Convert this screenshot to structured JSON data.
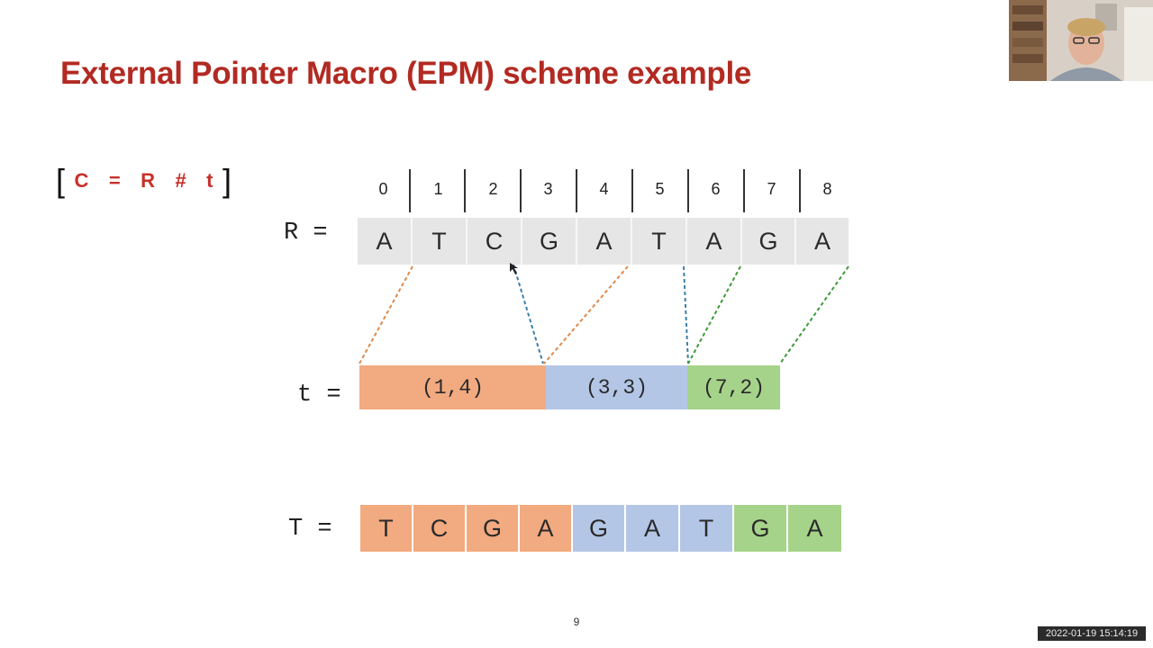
{
  "slide": {
    "title": "External Pointer Macro (EPM) scheme example",
    "formula": {
      "open": "[",
      "close": "]",
      "tokens": [
        "C",
        "=",
        "R",
        "#",
        "t"
      ]
    },
    "page_number": "9"
  },
  "diagram": {
    "R_label": "R =",
    "t_label": "t =",
    "T_label": "T =",
    "indices": [
      "0",
      "1",
      "2",
      "3",
      "4",
      "5",
      "6",
      "7",
      "8"
    ],
    "R": [
      "A",
      "T",
      "C",
      "G",
      "A",
      "T",
      "A",
      "G",
      "A"
    ],
    "t": [
      "(1,4)",
      "(3,3)",
      "(7,2)"
    ],
    "T": [
      "T",
      "C",
      "G",
      "A",
      "G",
      "A",
      "T",
      "G",
      "A"
    ],
    "colors": {
      "orange": "#f2aa80",
      "blue": "#b4c6e6",
      "green": "#a6d38a",
      "r_bg": "#e6e6e6"
    }
  },
  "overlay": {
    "timestamp": "2022-01-19 15:14:19",
    "webcam": "presenter-video"
  }
}
